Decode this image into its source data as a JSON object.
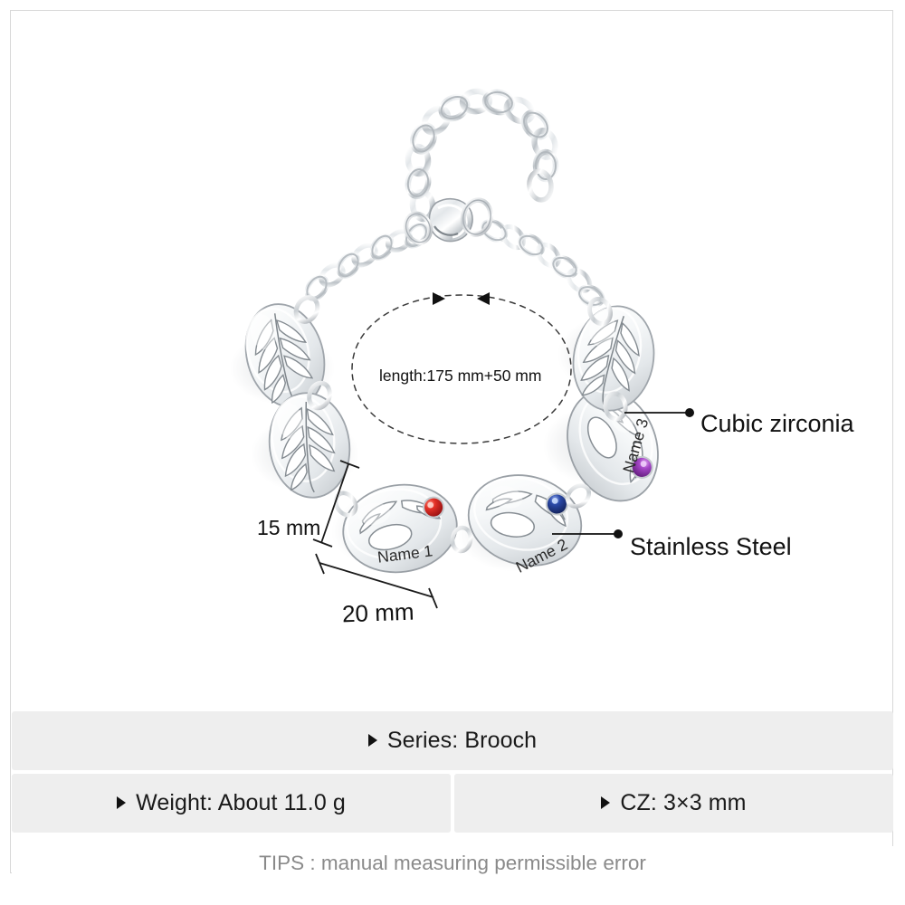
{
  "product": {
    "type": "personalized-leaf-oval-link-bracelet",
    "material_finish": "polished stainless steel",
    "charm_names": [
      "Name 1",
      "Name 2",
      "Name 3"
    ],
    "gem_colors": [
      "#c8252a",
      "#243f8f",
      "#9f3fc0"
    ],
    "clasp": "lobster-clasp-with-extension-chain"
  },
  "annotations": {
    "cubic_zirconia": "Cubic zirconia",
    "stainless_steel": "Stainless Steel",
    "height_mm": "15 mm",
    "width_mm": "20 mm",
    "length": "length:175 mm+50 mm"
  },
  "spec_table": {
    "series": "Series: Brooch",
    "weight": "Weight: About 11.0 g",
    "cz": "CZ: 3×3 mm"
  },
  "tips": "TIPS : manual measuring permissible error",
  "colors": {
    "panel_bg": "#eeeeee",
    "page_bg": "#ffffff",
    "frame_border": "#d8d8d8",
    "spec_text": "#1a1a1a",
    "tips_text": "#8a8a8a",
    "metal_light": "#ffffff",
    "metal_mid": "#cfd3d6",
    "metal_dark": "#8e949a"
  }
}
